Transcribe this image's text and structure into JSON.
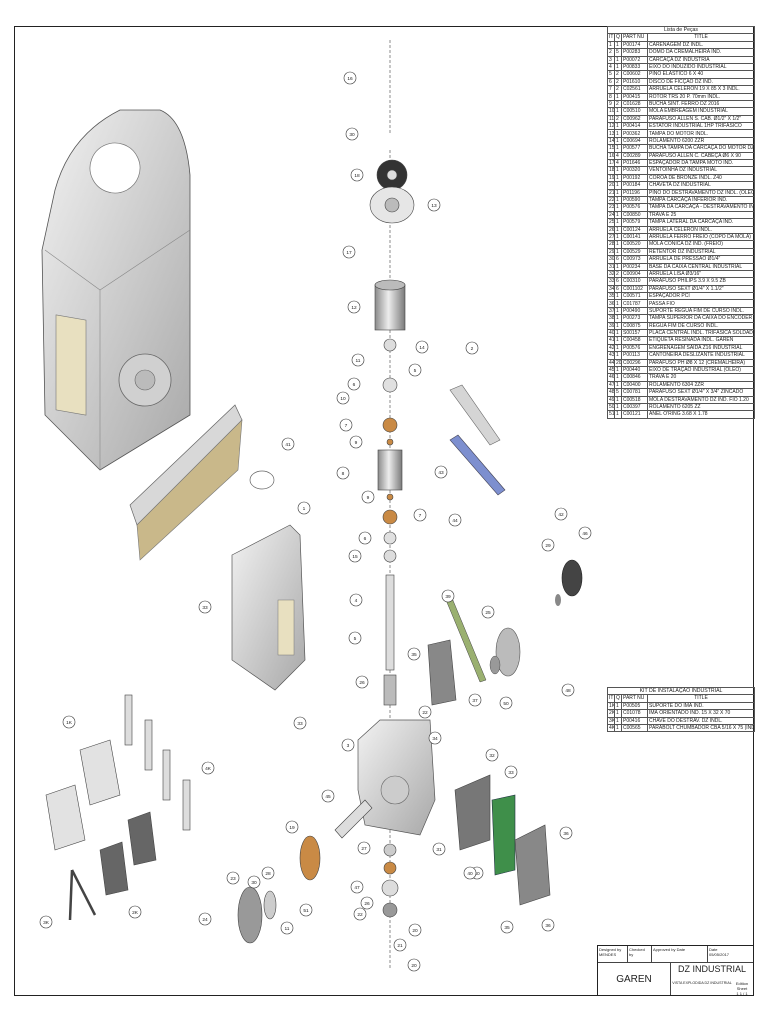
{
  "parts_list": {
    "caption": "Lista de Peças",
    "headers": [
      "IT",
      "Q",
      "PART NU",
      "TITLE"
    ],
    "rows": [
      [
        "1",
        "1",
        "P00174",
        "CARENAGEM DZ INDL."
      ],
      [
        "2",
        "5",
        "P00283",
        "DOMO DA CREMALHEIRA IND."
      ],
      [
        "3",
        "1",
        "P00072",
        "CARCAÇA DZ INDUSTRIA"
      ],
      [
        "4",
        "1",
        "P00833",
        "EIXO DO INDUZIDO INDUSTRIAL"
      ],
      [
        "5",
        "2",
        "C00602",
        "PINO ELÁSTICO 6 X 40"
      ],
      [
        "6",
        "2",
        "P01610",
        "DISCO DE FICÇÃO DZ IND."
      ],
      [
        "7",
        "2",
        "C02561",
        "ARRUELA CELERON 19 X 85 X 3 INDL."
      ],
      [
        "8",
        "1",
        "P00415",
        "ROTOR TRS 20 P. 70mm INDL."
      ],
      [
        "9",
        "2",
        "C01628",
        "BUCHA SINT. FERRO DZ 2016"
      ],
      [
        "10",
        "1",
        "C00510",
        "MOLA EMBREAGEM INDUSTRIAL"
      ],
      [
        "11",
        "2",
        "C00962",
        "PARAFUSO ALLEN S. CAB. Ø1/2\" X 1/2\""
      ],
      [
        "12",
        "1",
        "P00414",
        "ESTATOR INDUSTRIAL 1HP TRIFÁSICO"
      ],
      [
        "13",
        "1",
        "P00362",
        "TAMPA DO MOTOR INDL."
      ],
      [
        "14",
        "1",
        "C00694",
        "ROLAMENTO 6200 ZZR"
      ],
      [
        "15",
        "1",
        "P00577",
        "BUCHA TAMPA DA CARCAÇA DO MOTOR DZ IND"
      ],
      [
        "16",
        "4",
        "C00289",
        "PARAFUSO ALLEN C. CABEÇA Ø6 X 90"
      ],
      [
        "17",
        "4",
        "P01646",
        "ESPAÇADOR DA TAMPA MOTO IND."
      ],
      [
        "18",
        "1",
        "P00320",
        "VENTOINHA DZ INDUSTRIAL"
      ],
      [
        "19",
        "1",
        "P00192",
        "COROA DE BRONZE INDL. Z40"
      ],
      [
        "20",
        "1",
        "P00184",
        "CHAVETA DZ INDUSTRIAL"
      ],
      [
        "21",
        "1",
        "P01196",
        "PINO DO DESTRAVAMENTO DZ INDL. (OLEO)"
      ],
      [
        "22",
        "1",
        "P00590",
        "TAMPA CARCAÇA INFERIOR IND."
      ],
      [
        "23",
        "1",
        "P00576",
        "TAMPA DA CARCAÇA - DESTRAVAMENTO IND."
      ],
      [
        "24",
        "1",
        "C00850",
        "TRAVA E 25"
      ],
      [
        "25",
        "1",
        "P00579",
        "TAMPA LATERAL DA CARCAÇA IND."
      ],
      [
        "26",
        "1",
        "C00124",
        "ARRUELA CELERON INDL."
      ],
      [
        "27",
        "1",
        "C00141",
        "ARRUELA FERRO FREIO (COPO DA MOLA)"
      ],
      [
        "28",
        "1",
        "C00520",
        "MOLA CONICA DZ IND. (FREIO)"
      ],
      [
        "29",
        "1",
        "C00529",
        "RETENTOR DZ INDUSTRIAL"
      ],
      [
        "30",
        "6",
        "C00973",
        "ARRUELA DE PRESSÃO Ø1/4\""
      ],
      [
        "31",
        "1",
        "P00234",
        "BASE DA CAIXA CENTRAL INDUSTRIAL"
      ],
      [
        "32",
        "2",
        "C00904",
        "ARRUELA LISA Ø3/16\""
      ],
      [
        "33",
        "6",
        "C00310",
        "PARAFUSO PHILIPS 3.9 X 9.5 ZB"
      ],
      [
        "34",
        "6",
        "C001102",
        "PARAFUSO SEXT Ø1/4\" X 1.1/2\""
      ],
      [
        "35",
        "1",
        "C00571",
        "ESPAÇADOR PCI"
      ],
      [
        "36",
        "1",
        "C01787",
        "PASSA FIO"
      ],
      [
        "37",
        "1",
        "P00490",
        "SUPORTE REGUA FIM DE CURSO INDL."
      ],
      [
        "38",
        "1",
        "P00273",
        "TAMPA SUPERIOR DA CAIXA DO ENCODER"
      ],
      [
        "39",
        "1",
        "C00875",
        "REGUA FIM DE CURSO INDL."
      ],
      [
        "40",
        "1",
        "S00157",
        "PLACA CENTRAL INDL. TRIFÁSICA SOLDADA"
      ],
      [
        "41",
        "1",
        "C00458",
        "ETIQUETA RESINADA INDL. GAREN"
      ],
      [
        "42",
        "1",
        "P00576",
        "ENGRENAGEM SAIDA Z16 INDUSTRIAL"
      ],
      [
        "43",
        "1",
        "P00113",
        "CANTONEIRA DESLIZANTE INDUSTRIAL"
      ],
      [
        "44",
        "20",
        "C00296",
        "PARAFUSO PH Ø8 X 12 (CREMALHEIRA)"
      ],
      [
        "45",
        "1",
        "P00440",
        "EIXO DE TRAÇÃO INDUSTRIAL (OLEO)"
      ],
      [
        "46",
        "1",
        "C00846",
        "TRAVA E 20"
      ],
      [
        "47",
        "1",
        "C00400",
        "ROLAMENTO 6304 2ZR"
      ],
      [
        "48",
        "5",
        "C00781",
        "PARAFUSO SEXT Ø1/4\" X 3/4\" ZINCADO"
      ],
      [
        "49",
        "1",
        "C00518",
        "MOLA DESTRAVAMENTO DZ IND. FIO 1.20"
      ],
      [
        "50",
        "1",
        "C00397",
        "ROLAMENTO 6205 ZZ"
      ],
      [
        "51",
        "1",
        "C00121",
        "ANEL O'RING 3.68 X 1.78"
      ]
    ]
  },
  "install_kit": {
    "caption": "KIT DE INSTALAÇÃO INDUSTRIAL",
    "headers": [
      "IT",
      "Q",
      "PART NU",
      "TITLE"
    ],
    "rows": [
      [
        "1K",
        "1",
        "P00505",
        "SUPORTE DO IMÃ IND."
      ],
      [
        "2K",
        "1",
        "C01078",
        "IMÃ ORIENTADO IND. 15 X 32 X 70"
      ],
      [
        "3K",
        "1",
        "P00416",
        "CHAVE DO DESTRAV. DZ INDL."
      ],
      [
        "4K",
        "1",
        "C00565",
        "PARABOLT CHUMBADOR CBA 5/16 X 75 (INDL.)"
      ]
    ]
  },
  "title_block": {
    "cells": [
      "Designed by",
      "Checked by",
      "Approved by",
      "Date",
      "Date"
    ],
    "designer": "MENDES",
    "date": "05/05/2017",
    "company": "GAREN",
    "title": "DZ INDUSTRIAL",
    "subtitle": "VISTA EXPLODIDA DZ INDUSTRIAL",
    "edition_label": "Edition",
    "sheet_label": "Sheet",
    "edition": "1",
    "sheet": "1 / 1"
  },
  "callouts": [
    "16",
    "30",
    "18",
    "13",
    "17",
    "12",
    "14",
    "11",
    "5",
    "6",
    "10",
    "7",
    "9",
    "8",
    "9",
    "7",
    "6",
    "15",
    "4",
    "5",
    "26",
    "3",
    "2",
    "43",
    "44",
    "41",
    "1",
    "33",
    "33",
    "39",
    "37",
    "25",
    "50",
    "48",
    "42",
    "29",
    "46",
    "1K",
    "2K",
    "3K",
    "4K",
    "22",
    "34",
    "35",
    "33",
    "31",
    "40",
    "35",
    "36",
    "32",
    "36",
    "45",
    "19",
    "27",
    "28",
    "23",
    "30",
    "20",
    "21",
    "24",
    "51",
    "11",
    "47",
    "26",
    "22",
    "20",
    "40"
  ],
  "colors": {
    "line": "#222222",
    "part_fill": "#d9d9d9",
    "part_dark": "#9a9a9a",
    "bronze": "#c98a45",
    "board_green": "#3f8f4a",
    "rail_blue": "#7d8fcf"
  }
}
